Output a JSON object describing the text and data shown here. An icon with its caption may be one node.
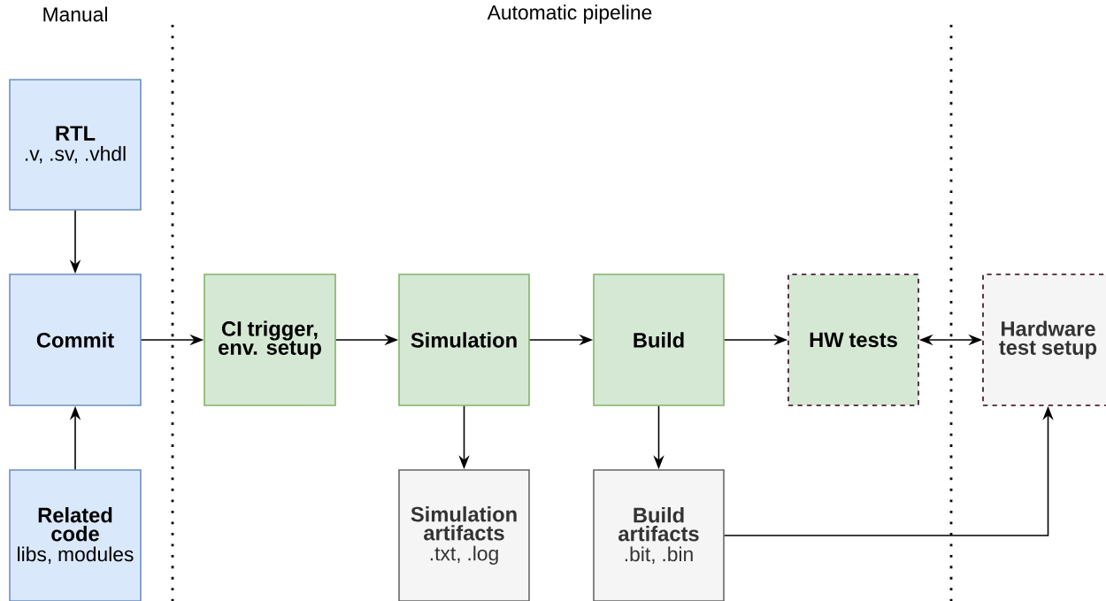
{
  "diagram": {
    "nodes": [
      {
        "text": [
          "RTL",
          ".v, .sv, .vhdl"
        ]
      },
      {
        "text": [
          "Commit"
        ]
      },
      {
        "text": [
          "Related code",
          "libs, modules"
        ]
      },
      {
        "text": [
          "CI trigger, env. setup"
        ]
      },
      {
        "text": [
          "Simulation"
        ]
      },
      {
        "text": [
          "Build"
        ]
      },
      {
        "text": [
          "HW tests"
        ]
      },
      {
        "text": [
          "Hardware test setup"
        ]
      },
      {
        "text": [
          "Simulation artifacts",
          ".txt, .log"
        ]
      },
      {
        "text": [
          "Build artifacts",
          ".bit, .bin"
        ]
      }
    ],
    "edges": [
      {
        "from": 0,
        "to": 1,
        "arrow": "to"
      },
      {
        "from": 2,
        "to": 1,
        "arrow": "to"
      },
      {
        "from": 1,
        "to": 3,
        "arrow": "to"
      },
      {
        "from": 3,
        "to": 4,
        "arrow": "to"
      },
      {
        "from": 4,
        "to": 5,
        "arrow": "to"
      },
      {
        "from": 5,
        "to": 6,
        "arrow": "to"
      },
      {
        "from": 6,
        "to": 7,
        "arrow": "both"
      },
      {
        "from": 4,
        "to": 8,
        "arrow": "to"
      },
      {
        "from": 5,
        "to": 9,
        "arrow": "to"
      },
      {
        "from": 9,
        "to": 7,
        "arrow": "to"
      }
    ],
    "labels": [
      "Manual",
      "Automatic pipeline"
    ]
  }
}
